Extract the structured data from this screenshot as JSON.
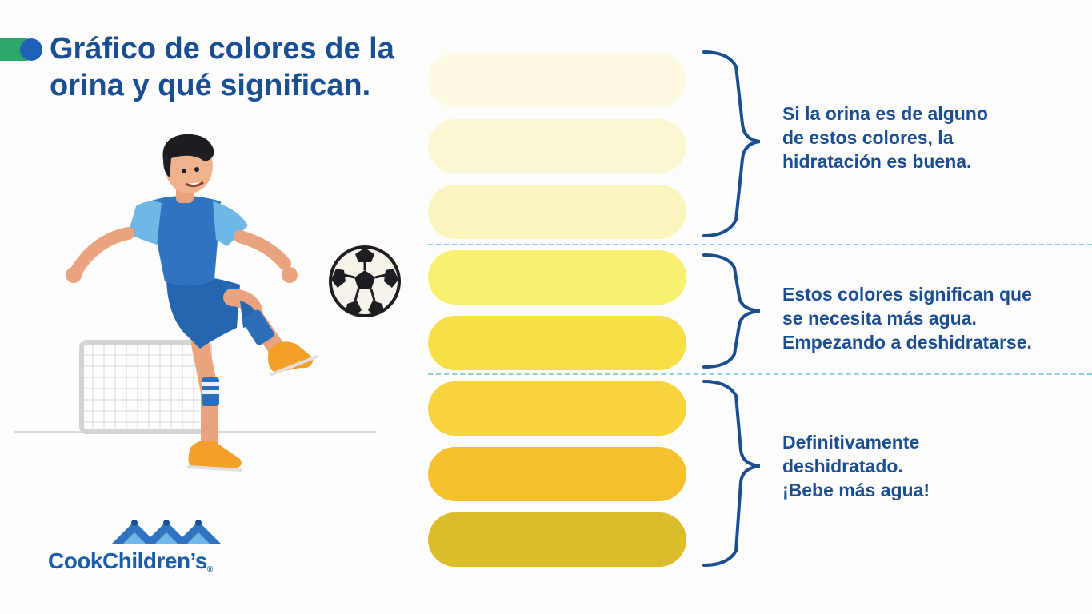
{
  "title_lines": [
    "Gráfico de colores de la",
    "orina y qué significan."
  ],
  "logo": {
    "name": "CookChildren’s",
    "trademark": "®"
  },
  "swatches": [
    {
      "color": "#fdf9e3"
    },
    {
      "color": "#fbf7d2"
    },
    {
      "color": "#faf4bd"
    },
    {
      "color": "#f9ef6e"
    },
    {
      "color": "#f7df48"
    },
    {
      "color": "#f7d33d"
    },
    {
      "color": "#f5bf2e"
    },
    {
      "color": "#dcbd2c"
    }
  ],
  "groups": [
    {
      "lines": [
        "Si la orina es de alguno",
        "de estos colores, la",
        "hidratación es buena."
      ]
    },
    {
      "lines": [
        "Estos colores significan que",
        "se necesita más agua.",
        "Empezando a deshidratarse."
      ]
    },
    {
      "lines": [
        "Definitivamente",
        "deshidratado.",
        "¡Bebe más agua!"
      ]
    }
  ],
  "colors": {
    "title": "#1b4e91",
    "bracket": "#1b4e91",
    "divider": "#8ccfe6",
    "accent_green": "#2aa86a",
    "accent_blue": "#1f61b8"
  },
  "icons": [
    "soccer-player-illustration",
    "soccer-ball-icon",
    "soccer-goal-icon",
    "cook-childrens-logo-icon"
  ]
}
